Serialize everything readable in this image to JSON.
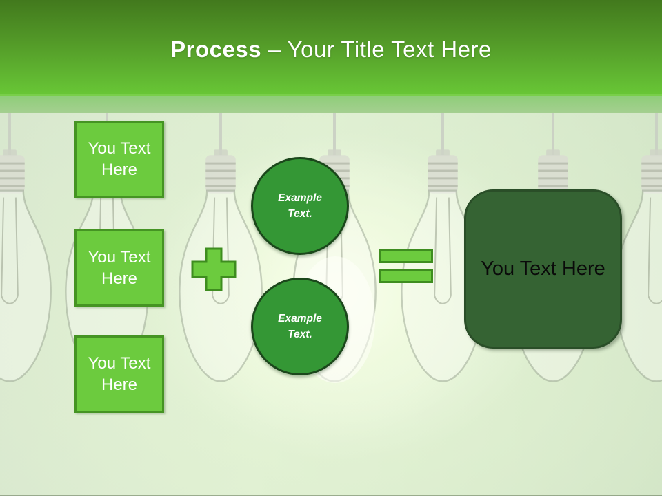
{
  "slide": {
    "title": {
      "bold": "Process",
      "rest": "– Your Title Text Here"
    },
    "input_boxes": [
      {
        "label": "You Text Here"
      },
      {
        "label": "You Text Here"
      },
      {
        "label": "You Text Here"
      }
    ],
    "example_circles": [
      {
        "label": "Example Text."
      },
      {
        "label": "Example Text."
      }
    ],
    "result_box": {
      "label": "You Text Here"
    },
    "icons": {
      "plus": {
        "name": "plus-icon",
        "glyph": "+"
      },
      "equals": {
        "name": "equals-icon",
        "glyph": "="
      },
      "bulb": {
        "name": "light-bulb-icon",
        "glyph": "💡"
      }
    },
    "colors": {
      "header_top": "#42791D",
      "header_bottom": "#68C636",
      "header_band": "#97CE81",
      "shape_green": "#6CCB3E",
      "shape_border": "#459423",
      "circle_fill": "#349735",
      "circle_border": "#1B471B",
      "result_fill": "#356333",
      "result_border": "#2A4E28",
      "background": "#DCECD1",
      "title_text": "#FFFFFF",
      "result_text": "#0A0A0A"
    }
  }
}
